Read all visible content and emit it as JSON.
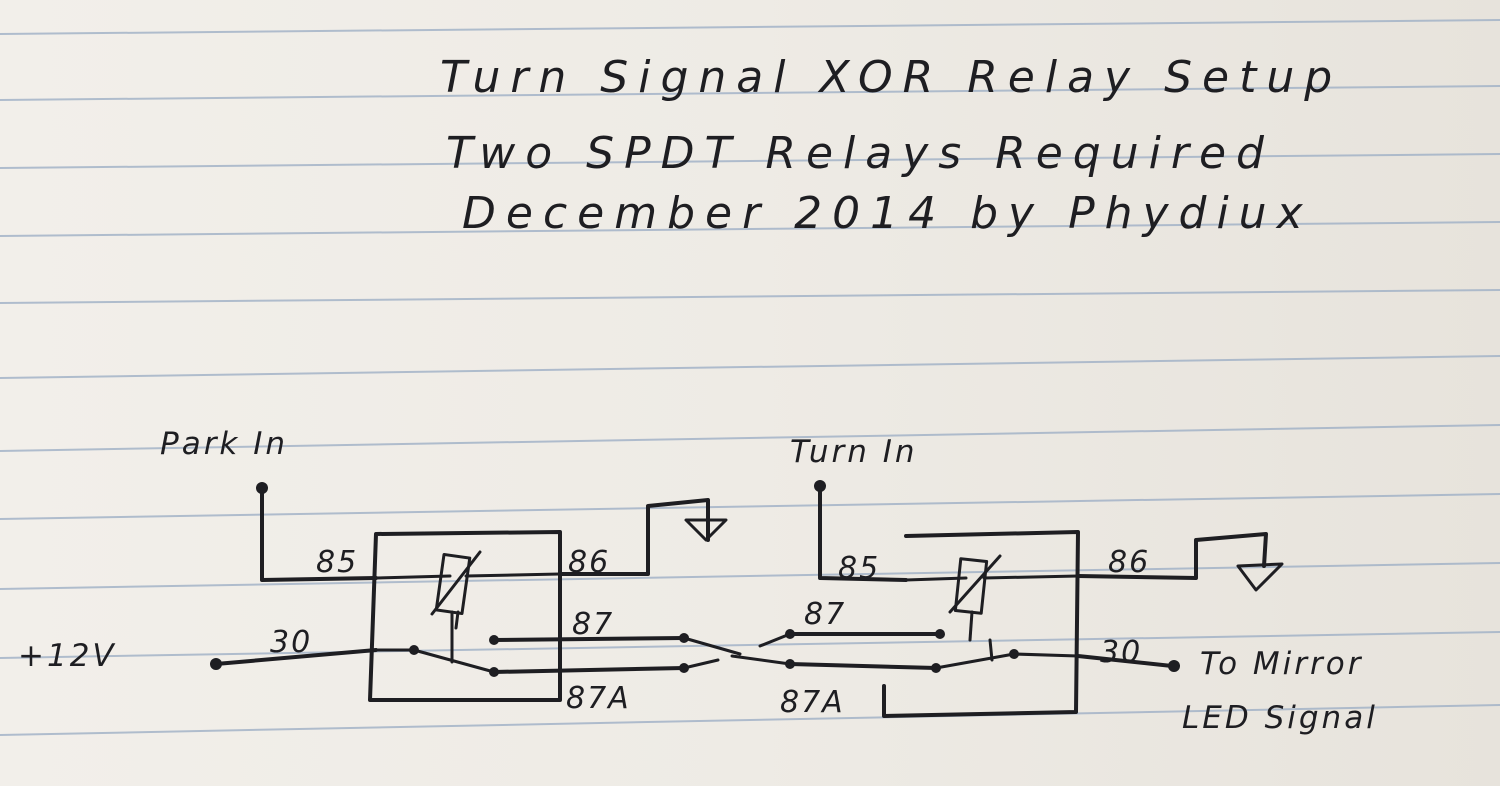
{
  "title": {
    "line1": "Turn Signal XOR Relay Setup",
    "line2": "Two SPDT Relays Required",
    "line3": "December 2014 by Phydiux"
  },
  "inputs": {
    "park_in": "Park In",
    "turn_in": "Turn In",
    "supply": "+12V"
  },
  "output": {
    "line1": "To Mirror",
    "line2": "LED Signal"
  },
  "relay_left": {
    "pin85": "85",
    "pin86": "86",
    "pin87": "87",
    "pin87a": "87A",
    "pin30": "30"
  },
  "relay_right": {
    "pin85": "85",
    "pin86": "86",
    "pin87": "87",
    "pin87a": "87A",
    "pin30": "30"
  },
  "colors": {
    "ink": "#1e1e22",
    "paper": "#eeebe5",
    "rule": "#9fb0c6"
  }
}
